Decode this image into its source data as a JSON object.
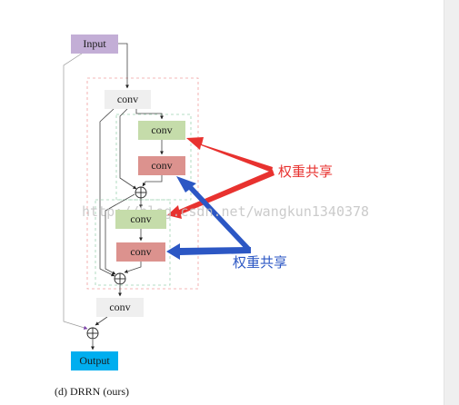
{
  "diagram": {
    "nodes": {
      "input": "Input",
      "conv_top": "conv",
      "conv_green_1": "conv",
      "conv_red_1": "conv",
      "conv_green_2": "conv",
      "conv_red_2": "conv",
      "conv_bottom": "conv",
      "output": "Output"
    },
    "caption": "(d) DRRN (ours)",
    "annotations": {
      "red_note": "权重共享",
      "blue_note": "权重共享"
    },
    "watermark": "http://blog.csdn.net/wangkun1340378"
  },
  "colors": {
    "input": "#c3aed6",
    "plain_conv": "#efefef",
    "shared_green": "#c5dcaa",
    "shared_red": "#dc928e",
    "output": "#00aeef",
    "red_arrow": "#e8322f",
    "blue_arrow": "#2c57c4"
  }
}
